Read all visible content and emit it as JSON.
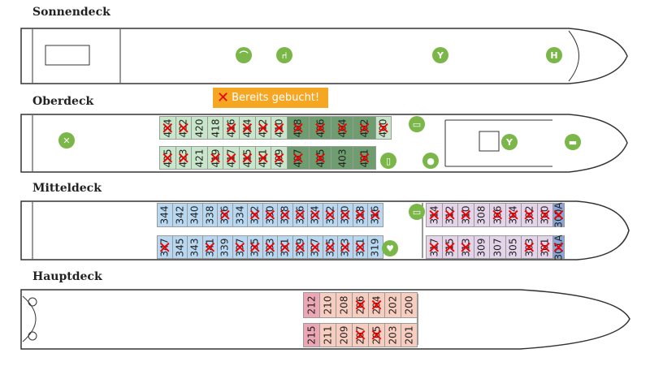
{
  "decks": [
    {
      "id": "sonnendeck",
      "title": "Sonnendeck"
    },
    {
      "id": "oberdeck",
      "title": "Oberdeck"
    },
    {
      "id": "mitteldeck",
      "title": "Mitteldeck"
    },
    {
      "id": "hauptdeck",
      "title": "Hauptdeck"
    }
  ],
  "legend": {
    "label": "Bereits gebucht!",
    "marker": "red-x"
  },
  "colors": {
    "oberdeck_light": "#c8e6ca",
    "oberdeck_dark": "#6e9e70",
    "mitteldeck_blue": "#b8d8f2",
    "mitteldeck_a": "#8aa6d6",
    "mitteldeck_purple": "#e4d4ea",
    "hauptdeck": "#f7cdbf",
    "hauptdeck_end": "#eca6b4",
    "icon_green": "#7ab648",
    "booked": "#e00000"
  },
  "cabins": {
    "oberdeck_top": [
      [
        "424",
        1,
        "l"
      ],
      [
        "422",
        1,
        "l"
      ],
      [
        "420",
        0,
        "l"
      ],
      [
        "418",
        0,
        "l"
      ],
      [
        "416",
        1,
        "l"
      ],
      [
        "414",
        1,
        "l"
      ],
      [
        "412",
        1,
        "l"
      ],
      [
        "410",
        1,
        "l"
      ],
      [
        "408",
        1,
        "d"
      ],
      [
        "406",
        1,
        "d"
      ],
      [
        "404",
        1,
        "d"
      ],
      [
        "402",
        1,
        "d"
      ],
      [
        "400",
        1,
        "l"
      ]
    ],
    "oberdeck_bottom": [
      [
        "425",
        1,
        "l"
      ],
      [
        "423",
        1,
        "l"
      ],
      [
        "421",
        0,
        "l"
      ],
      [
        "419",
        1,
        "l"
      ],
      [
        "417",
        1,
        "l"
      ],
      [
        "415",
        1,
        "l"
      ],
      [
        "411",
        1,
        "l"
      ],
      [
        "409",
        1,
        "l"
      ],
      [
        "407",
        1,
        "d"
      ],
      [
        "405",
        1,
        "d"
      ],
      [
        "403",
        0,
        "d"
      ],
      [
        "401",
        1,
        "d"
      ]
    ],
    "mitteldeck_top": [
      [
        "344",
        0,
        "b"
      ],
      [
        "342",
        0,
        "b"
      ],
      [
        "340",
        0,
        "b"
      ],
      [
        "338",
        0,
        "b"
      ],
      [
        "336",
        1,
        "b"
      ],
      [
        "334",
        0,
        "b"
      ],
      [
        "332",
        1,
        "b"
      ],
      [
        "330",
        1,
        "b"
      ],
      [
        "328",
        1,
        "b"
      ],
      [
        "326",
        1,
        "b"
      ],
      [
        "324",
        1,
        "b"
      ],
      [
        "322",
        1,
        "b"
      ],
      [
        "320",
        1,
        "b"
      ],
      [
        "318",
        1,
        "b"
      ],
      [
        "316",
        1,
        "b"
      ]
    ],
    "mitteldeck_bottom": [
      [
        "347",
        1,
        "b"
      ],
      [
        "345",
        0,
        "b"
      ],
      [
        "343",
        0,
        "b"
      ],
      [
        "341",
        1,
        "b"
      ],
      [
        "339",
        0,
        "b"
      ],
      [
        "337",
        1,
        "b"
      ],
      [
        "335",
        1,
        "b"
      ],
      [
        "333",
        1,
        "b"
      ],
      [
        "331",
        1,
        "b"
      ],
      [
        "329",
        1,
        "b"
      ],
      [
        "327",
        1,
        "b"
      ],
      [
        "325",
        1,
        "b"
      ],
      [
        "323",
        1,
        "b"
      ],
      [
        "321",
        1,
        "b"
      ],
      [
        "319",
        0,
        "b"
      ]
    ],
    "mitteldeck_aft_top": [
      [
        "314",
        1,
        "p"
      ],
      [
        "312",
        1,
        "p"
      ],
      [
        "310",
        1,
        "p"
      ],
      [
        "308",
        0,
        "p"
      ],
      [
        "306",
        1,
        "p"
      ],
      [
        "304",
        1,
        "p"
      ],
      [
        "302",
        1,
        "p"
      ],
      [
        "300",
        1,
        "p"
      ],
      [
        "300A",
        1,
        "a"
      ]
    ],
    "mitteldeck_aft_bottom": [
      [
        "317",
        1,
        "p"
      ],
      [
        "315",
        1,
        "p"
      ],
      [
        "313",
        1,
        "p"
      ],
      [
        "309",
        0,
        "p"
      ],
      [
        "307",
        0,
        "p"
      ],
      [
        "305",
        0,
        "p"
      ],
      [
        "303",
        1,
        "p"
      ],
      [
        "301",
        1,
        "p"
      ],
      [
        "301A",
        1,
        "a"
      ]
    ],
    "hauptdeck_top": [
      [
        "212",
        0,
        "e"
      ],
      [
        "210",
        0,
        "h"
      ],
      [
        "208",
        0,
        "h"
      ],
      [
        "206",
        1,
        "h"
      ],
      [
        "204",
        1,
        "h"
      ],
      [
        "202",
        0,
        "h"
      ],
      [
        "200",
        0,
        "h"
      ]
    ],
    "hauptdeck_bottom": [
      [
        "215",
        0,
        "e"
      ],
      [
        "211",
        0,
        "h"
      ],
      [
        "209",
        0,
        "h"
      ],
      [
        "207",
        1,
        "h"
      ],
      [
        "205",
        1,
        "h"
      ],
      [
        "203",
        0,
        "h"
      ],
      [
        "201",
        0,
        "h"
      ]
    ]
  },
  "icons": [
    {
      "name": "lounger-icon",
      "glyph": "⌒"
    },
    {
      "name": "chair-icon",
      "glyph": "⑁"
    },
    {
      "name": "bar-icon",
      "glyph": "Y"
    },
    {
      "name": "helipad-icon",
      "glyph": "H"
    },
    {
      "name": "restaurant-icon",
      "glyph": "✕"
    },
    {
      "name": "reception-icon",
      "glyph": "▭"
    },
    {
      "name": "library-icon",
      "glyph": "▯"
    },
    {
      "name": "bar-icon",
      "glyph": "Y"
    },
    {
      "name": "lounge-icon",
      "glyph": "▬"
    },
    {
      "name": "spa-icon",
      "glyph": "●"
    },
    {
      "name": "elevator-icon",
      "glyph": "▭"
    },
    {
      "name": "wellness-icon",
      "glyph": "♥"
    }
  ]
}
